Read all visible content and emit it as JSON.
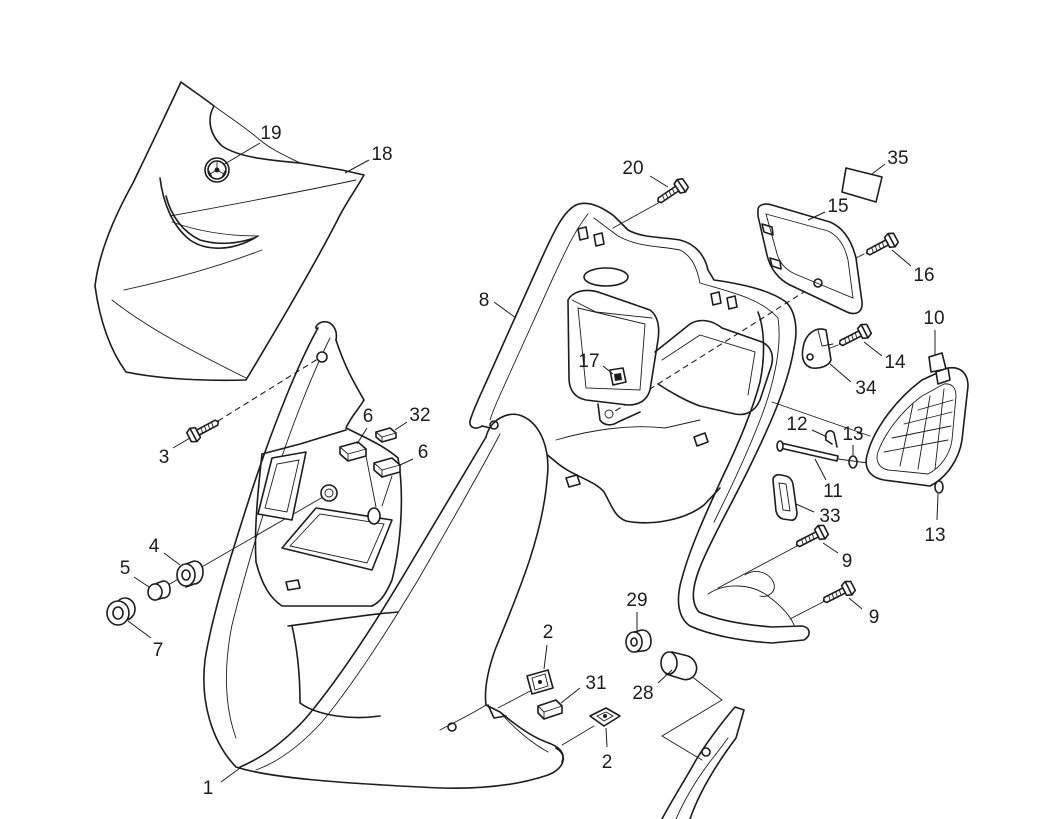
{
  "colors": {
    "line": "#1c1c1c",
    "background": "#ffffff"
  },
  "callouts": [
    "19",
    "18",
    "20",
    "35",
    "15",
    "16",
    "8",
    "17",
    "10",
    "14",
    "34",
    "6",
    "32",
    "6",
    "12",
    "13",
    "3",
    "11",
    "33",
    "13",
    "4",
    "5",
    "9",
    "29",
    "9",
    "2",
    "7",
    "31",
    "28",
    "2",
    "1"
  ]
}
